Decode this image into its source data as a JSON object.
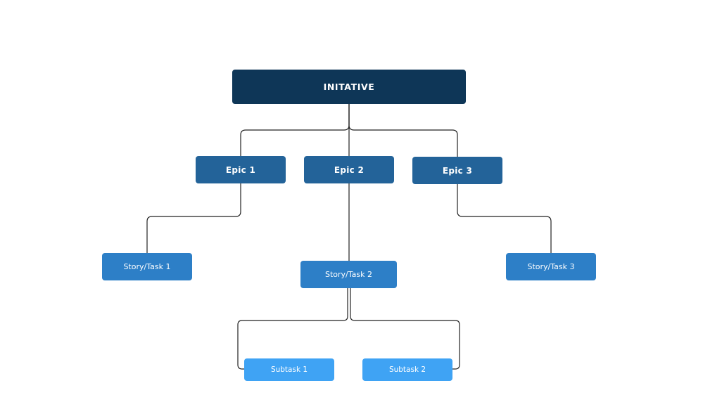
{
  "diagram": {
    "root": {
      "label": "INITATIVE"
    },
    "epics": [
      {
        "label": "Epic 1"
      },
      {
        "label": "Epic 2"
      },
      {
        "label": "Epic 3"
      }
    ],
    "stories": [
      {
        "label": "Story/Task 1"
      },
      {
        "label": "Story/Task 2"
      },
      {
        "label": "Story/Task 3"
      }
    ],
    "subtasks": [
      {
        "label": "Subtask 1"
      },
      {
        "label": "Subtask 2"
      }
    ],
    "colors": {
      "root": "#0e3657",
      "epic": "#236399",
      "story": "#2d7fc7",
      "subtask": "#3fa3f4",
      "connector": "#222222",
      "text": "#ffffff"
    }
  }
}
